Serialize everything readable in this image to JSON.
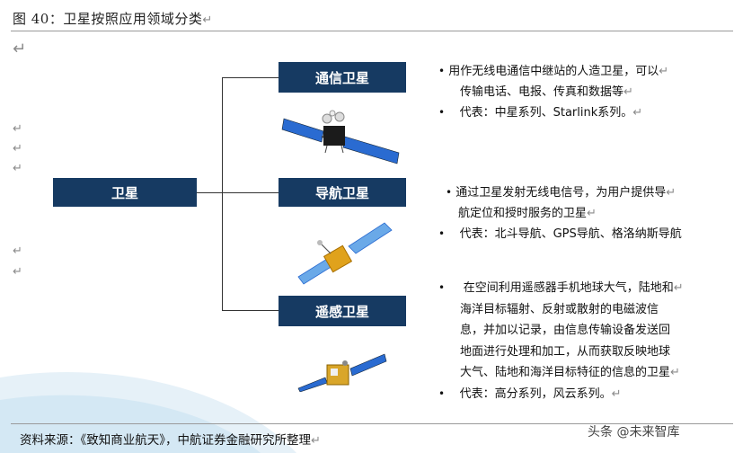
{
  "figure_title": "图 40：卫星按照应用领域分类",
  "para_mark": "↵",
  "root_label": "卫星",
  "categories": [
    {
      "label": "通信卫星",
      "lines": [
        "用作无线电通信中继站的人造卫星，可以",
        "传输电话、电报、传真和数据等"
      ],
      "rep": "代表：中星系列、Starlink系列。"
    },
    {
      "label": "导航卫星",
      "lines": [
        "通过卫星发射无线电信号，为用户提供导",
        "航定位和授时服务的卫星"
      ],
      "rep": "代表：北斗导航、GPS导航、格洛纳斯导航"
    },
    {
      "label": "遥感卫星",
      "lines": [
        "在空间利用遥感器手机地球大气，陆地和",
        "海洋目标辐射、反射或散射的电磁波信",
        "息，并加以记录，由信息传输设备发送回",
        "地面进行处理和加工，从而获取反映地球",
        "大气、陆地和海洋目标特征的信息的卫星"
      ],
      "rep": "代表：高分系列，风云系列。"
    }
  ],
  "source": "资料来源：《致知商业航天》，中航证券金融研究所整理",
  "watermark": "头条 @未来智库",
  "colors": {
    "box_bg": "#163a62",
    "panel_blue": "#2a6bd1",
    "body_gold": "#e0a21c"
  }
}
